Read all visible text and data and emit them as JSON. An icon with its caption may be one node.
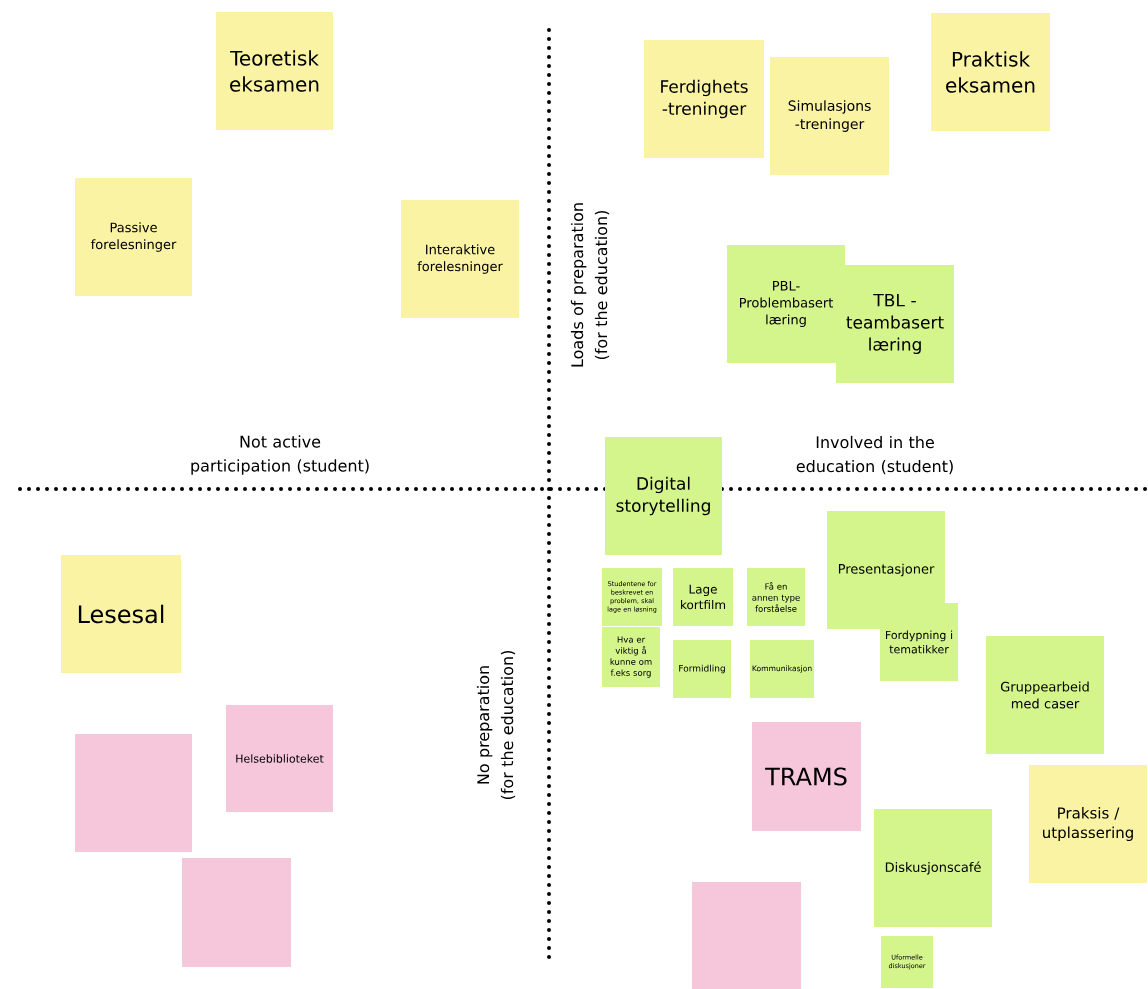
{
  "diagram": {
    "nodes": [
      {
        "text": [
          "Teoretisk eksamen"
        ]
      },
      {
        "text": [
          "Ferdighets -treninger"
        ]
      },
      {
        "text": [
          "Simulasjons -treninger"
        ]
      },
      {
        "text": [
          "Praktisk eksamen"
        ]
      },
      {
        "text": [
          "Passive forelesninger"
        ]
      },
      {
        "text": [
          "Interaktive forelesninger"
        ]
      },
      {
        "text": [
          "PBL- Problembasert læring"
        ]
      },
      {
        "text": [
          "TBL - teambasert læring"
        ]
      },
      {
        "text": [
          "Digital storytelling"
        ]
      },
      {
        "text": [
          "Lesesal"
        ]
      },
      {
        "text": [
          "Studentene for beskrevet en problem, skal lage en løsning"
        ]
      },
      {
        "text": [
          "Lage kortfilm"
        ]
      },
      {
        "text": [
          "Få en annen type forståelse"
        ]
      },
      {
        "text": [
          "Presentasjoner"
        ]
      },
      {
        "text": [
          "Hva er viktig å kunne om f.eks sorg"
        ]
      },
      {
        "text": [
          "Formidling"
        ]
      },
      {
        "text": [
          "Kommunikasjon"
        ]
      },
      {
        "text": [
          "Fordypning i tematikker"
        ]
      },
      {
        "text": [
          "Gruppearbeid med caser"
        ]
      },
      {
        "text": [
          "Helsebiblioteket"
        ]
      },
      {
        "text": [],
        "shape": "box"
      },
      {
        "text": [
          "TRAMS"
        ]
      },
      {
        "text": [
          "Praksis / utplassering"
        ]
      },
      {
        "text": [],
        "shape": "box"
      },
      {
        "text": [
          "Diskusjonscafé"
        ]
      },
      {
        "text": [],
        "shape": "box"
      },
      {
        "text": [
          "Uformelle diskusjoner"
        ]
      }
    ],
    "edges": [],
    "labels": [
      "Loads of preparation (for the education)",
      "Not active participation (student)",
      "Involved in the education (student)",
      "No preparation (for the education)"
    ]
  }
}
